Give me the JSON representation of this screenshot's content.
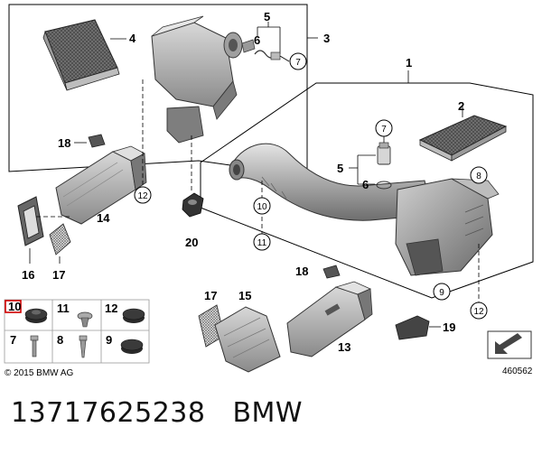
{
  "copyright": "© 2015 BMW AG",
  "diagram_id": "460562",
  "caption": {
    "part_number": "13717625238",
    "brand": "BMW"
  },
  "callouts": {
    "c1": "1",
    "c2": "2",
    "c3": "3",
    "c4": "4",
    "c5a": "5",
    "c5b": "5",
    "c6a": "6",
    "c6b": "6",
    "c13": "13",
    "c14": "14",
    "c15": "15",
    "c16": "16",
    "c17a": "17",
    "c17b": "17",
    "c18a": "18",
    "c18b": "18",
    "c19": "19",
    "c20": "20"
  },
  "circled": {
    "k7a": "7",
    "k7b": "7",
    "k8": "8",
    "k9": "9",
    "k10": "10",
    "k11": "11",
    "k12a": "12",
    "k12b": "12"
  },
  "grid": {
    "g10": "10",
    "g11": "11",
    "g12": "12",
    "g7": "7",
    "g8": "8",
    "g9": "9"
  }
}
